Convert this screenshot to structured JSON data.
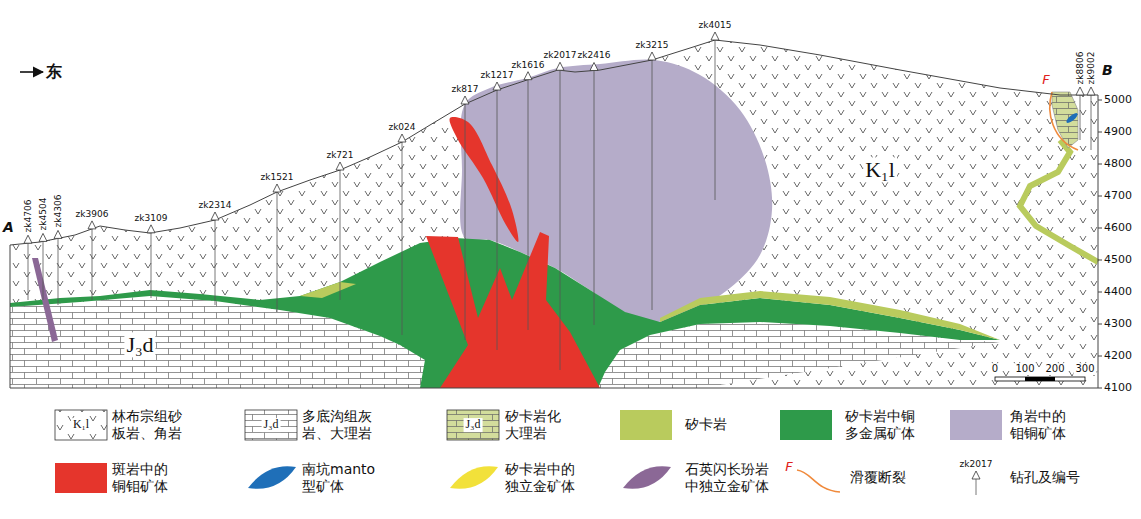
{
  "diagram": {
    "labels": [
      "东",
      "A",
      "B",
      "F",
      "zk4706",
      "zk4504",
      "zk4306",
      "zk3906",
      "zk3109",
      "zk2314",
      "zk1521",
      "zk721",
      "zk024",
      "zk817",
      "zk1217",
      "zk1616",
      "zk2017",
      "zk2416",
      "zk3215",
      "zk4015",
      "zk8806",
      "zk9002",
      "K₁l",
      "J₃d",
      "5000",
      "4900",
      "4800",
      "4700",
      "4600",
      "4500",
      "4400",
      "4300",
      "4200",
      "4100",
      "0",
      "100",
      "200",
      "300",
      "K₁l",
      "J₃d",
      "J₃d",
      "F",
      "zk2017"
    ],
    "legend": [
      {
        "text": "林布宗组砂板岩、角岩"
      },
      {
        "text": "多底沟组灰岩、大理岩"
      },
      {
        "text": "矽卡岩化大理岩"
      },
      {
        "text": "矽卡岩",
        "color": "#b9cb5d"
      },
      {
        "text": "矽卡岩中铜多金属矿体",
        "color": "#2e9a4a"
      },
      {
        "text": "角岩中的钼铜矿体",
        "color": "#b5acc9"
      },
      {
        "text": "斑岩中的铜钼矿体",
        "color": "#e5352c"
      },
      {
        "text": "南坑manto型矿体"
      },
      {
        "text": "矽卡岩中的独立金矿体"
      },
      {
        "text": "石英闪长玢岩中独立金矿体"
      },
      {
        "text": "滑覆断裂"
      },
      {
        "text": "钻孔及编号"
      }
    ]
  }
}
